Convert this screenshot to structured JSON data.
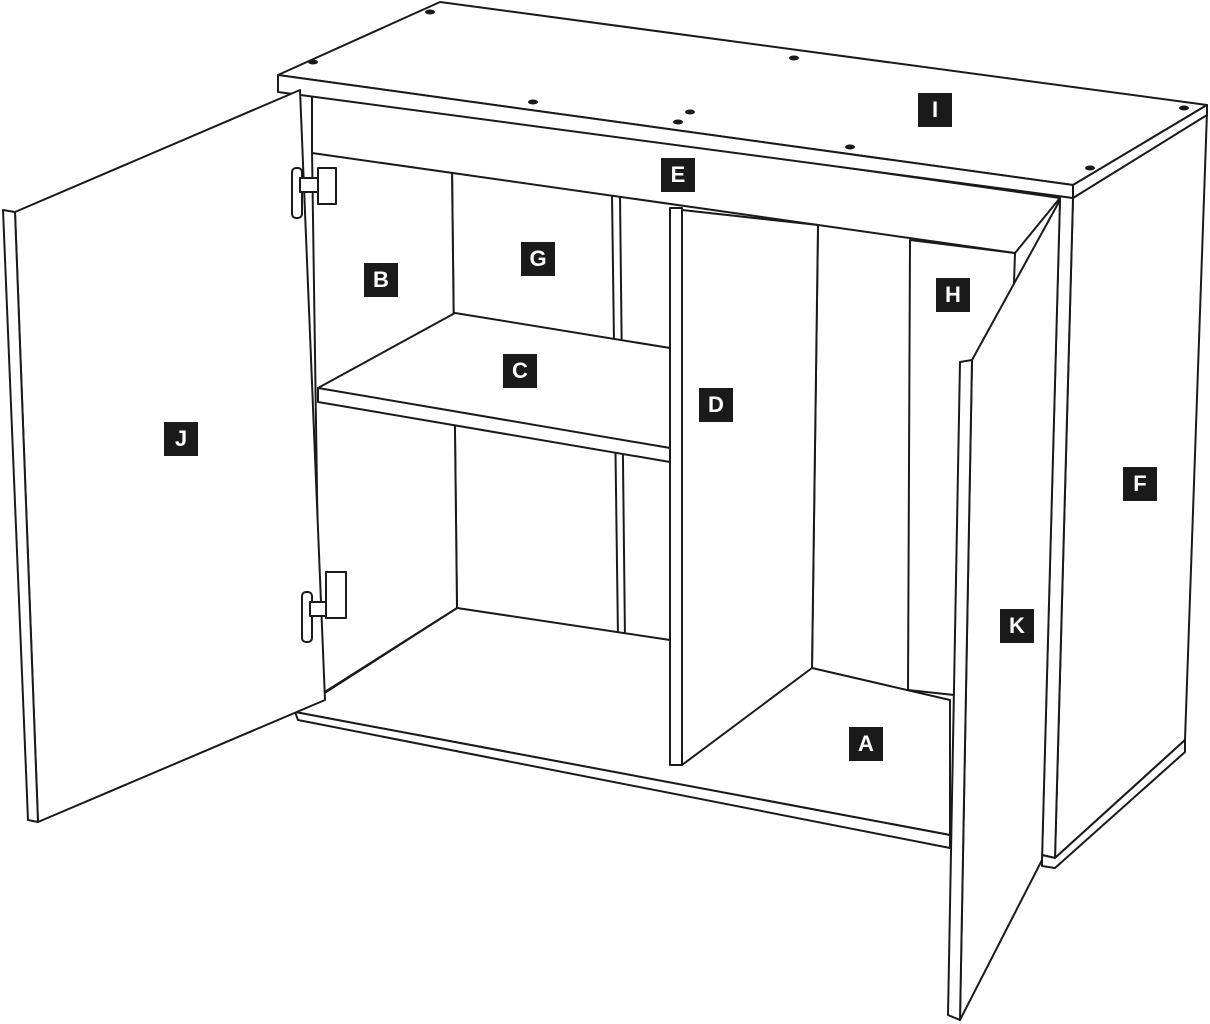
{
  "diagram": {
    "title": "Cabinet assembly parts diagram",
    "colors": {
      "line": "#1a1a1a",
      "label_bg": "#1a1a1a",
      "label_text": "#ffffff"
    },
    "labels": {
      "I": "I",
      "E": "E",
      "B": "B",
      "G": "G",
      "H": "H",
      "C": "C",
      "D": "D",
      "J": "J",
      "F": "F",
      "K": "K",
      "A": "A"
    }
  }
}
